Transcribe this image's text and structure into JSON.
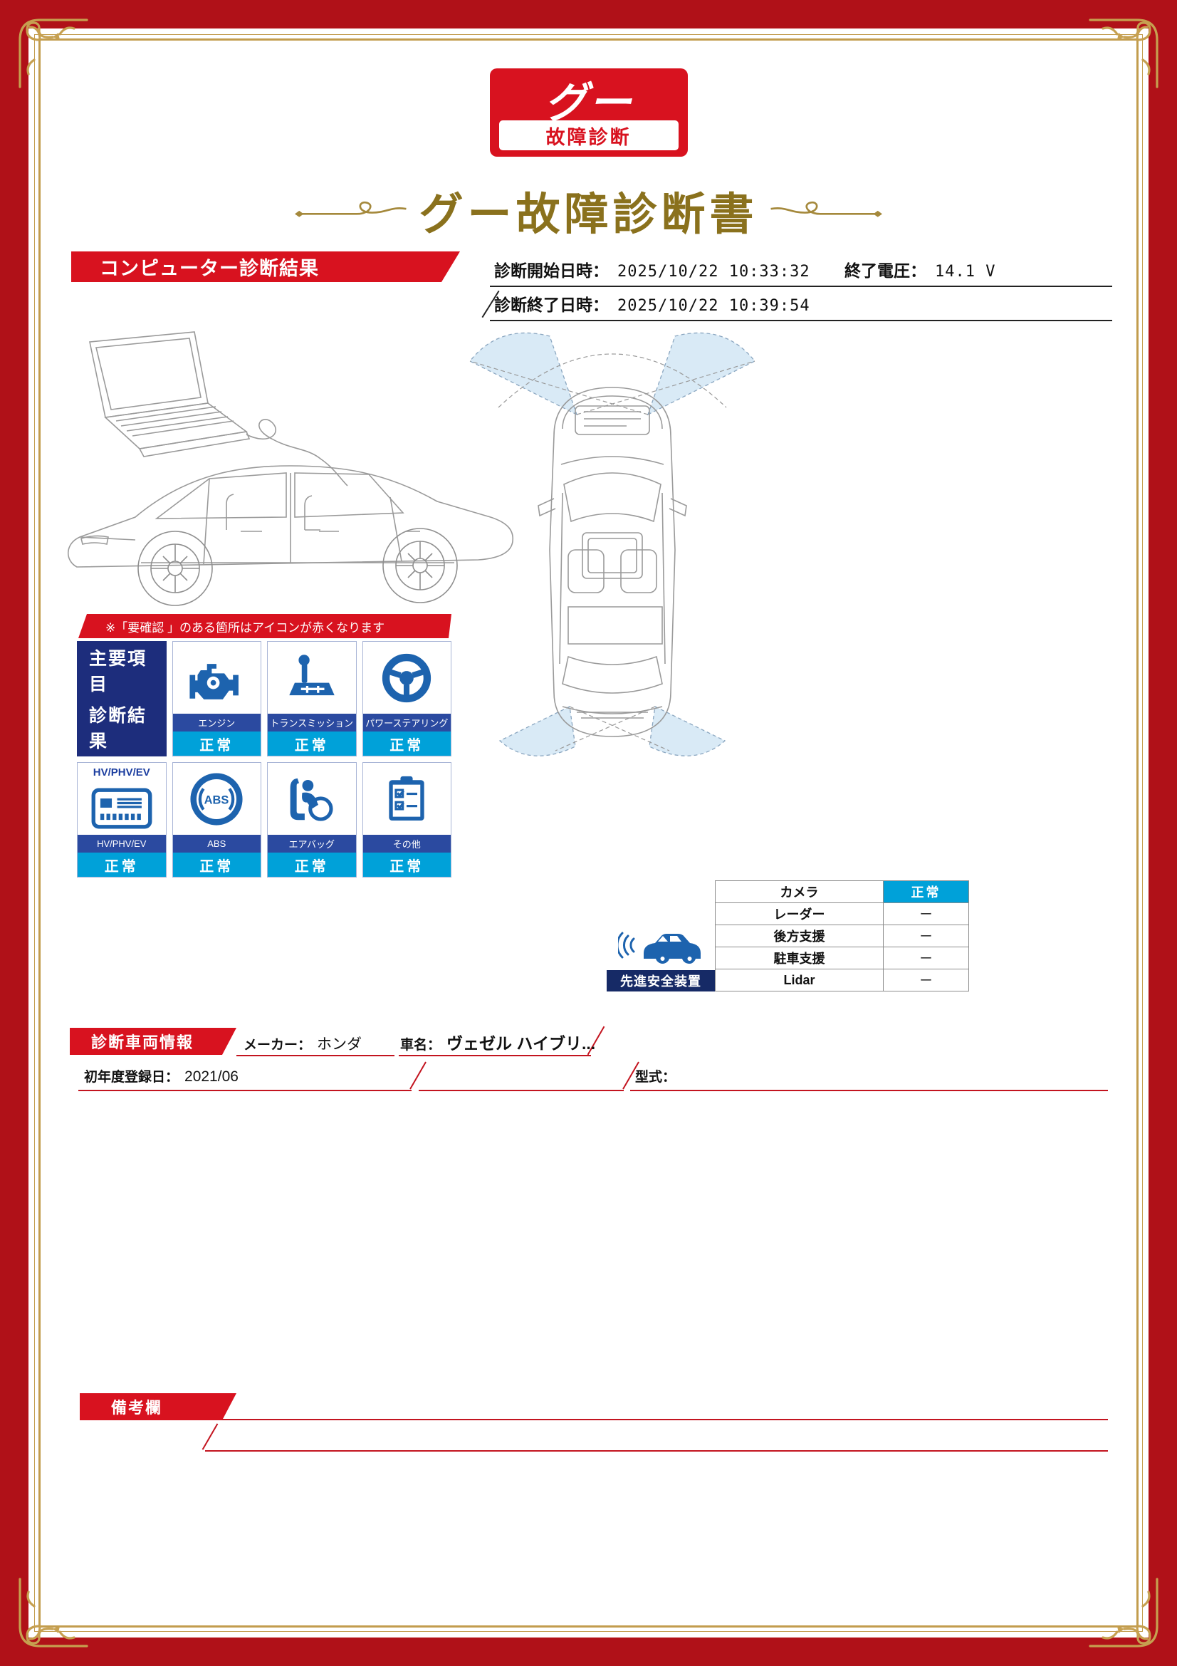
{
  "logo": {
    "top_text": "グー",
    "band_text": "故障診断"
  },
  "title": "グー故障診断書",
  "computer_diagnosis": {
    "banner": "コンピューター診断結果",
    "start_label": "診断開始日時：",
    "start_value": "2025/10/22 10:33:32",
    "voltage_label": "終了電圧：",
    "voltage_value": "14.1 V",
    "end_label": "診断終了日時：",
    "end_value": "2025/10/22 10:39:54",
    "notice": "※「要確認 」のある箇所はアイコンが赤くなります",
    "main_box_line1": "主要項目",
    "main_box_line2": "診断結果",
    "items": [
      {
        "label": "エンジン",
        "status": "正常"
      },
      {
        "label": "トランスミッション",
        "status": "正常"
      },
      {
        "label": "パワーステアリング",
        "status": "正常"
      },
      {
        "head": "HV/PHV/EV",
        "label": "HV/PHV/EV",
        "status": "正常"
      },
      {
        "label": "ABS",
        "status": "正常"
      },
      {
        "label": "エアバッグ",
        "status": "正常"
      },
      {
        "label": "その他",
        "status": "正常"
      }
    ]
  },
  "advanced_safety": {
    "footer_label": "先進安全装置",
    "rows": [
      {
        "label": "カメラ",
        "value": "正常"
      },
      {
        "label": "レーダー",
        "value": "ー"
      },
      {
        "label": "後方支援",
        "value": "ー"
      },
      {
        "label": "駐車支援",
        "value": "ー"
      },
      {
        "label": "Lidar",
        "value": "ー"
      }
    ]
  },
  "vehicle_info": {
    "banner": "診断車両情報",
    "maker_label": "メーカー：",
    "maker_value": "ホンダ",
    "name_label": "車名：",
    "name_value": "ヴェゼル ハイブリ...",
    "registration_label": "初年度登録日：",
    "registration_value": "2021/06",
    "model_label": "型式："
  },
  "remarks": {
    "banner": "備考欄"
  },
  "colors": {
    "border_red": "#b01118",
    "accent_red": "#d8121f",
    "navy": "#1d2d7c",
    "label_blue": "#2b4aa0",
    "status_cyan": "#00a1d9",
    "gold": "#c29c4d",
    "icon_blue": "#1d63ae"
  }
}
